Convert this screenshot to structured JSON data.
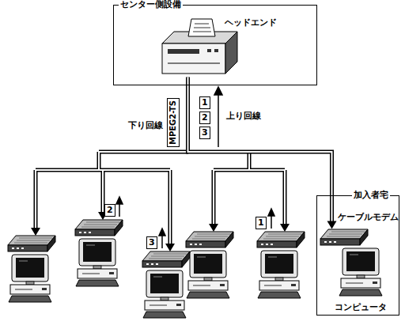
{
  "diagram": {
    "nodes": [
      {
        "text": [
          "センター側設備"
        ]
      },
      {
        "text": [
          "ヘッドエンド"
        ],
        "in": 0
      },
      {
        "text": [
          "加入者宅"
        ]
      },
      {
        "text": [
          "ケーブルモデム"
        ],
        "in": 2
      },
      {
        "text": [
          "コンピュータ"
        ],
        "in": 2
      }
    ],
    "edges": [
      {
        "from": 1,
        "to": 3,
        "arrow": "to"
      }
    ],
    "labels": [
      "MPEG2-TS",
      "下り回線",
      "1",
      "2",
      "3",
      "上り回線",
      "2",
      "3",
      "1"
    ]
  }
}
